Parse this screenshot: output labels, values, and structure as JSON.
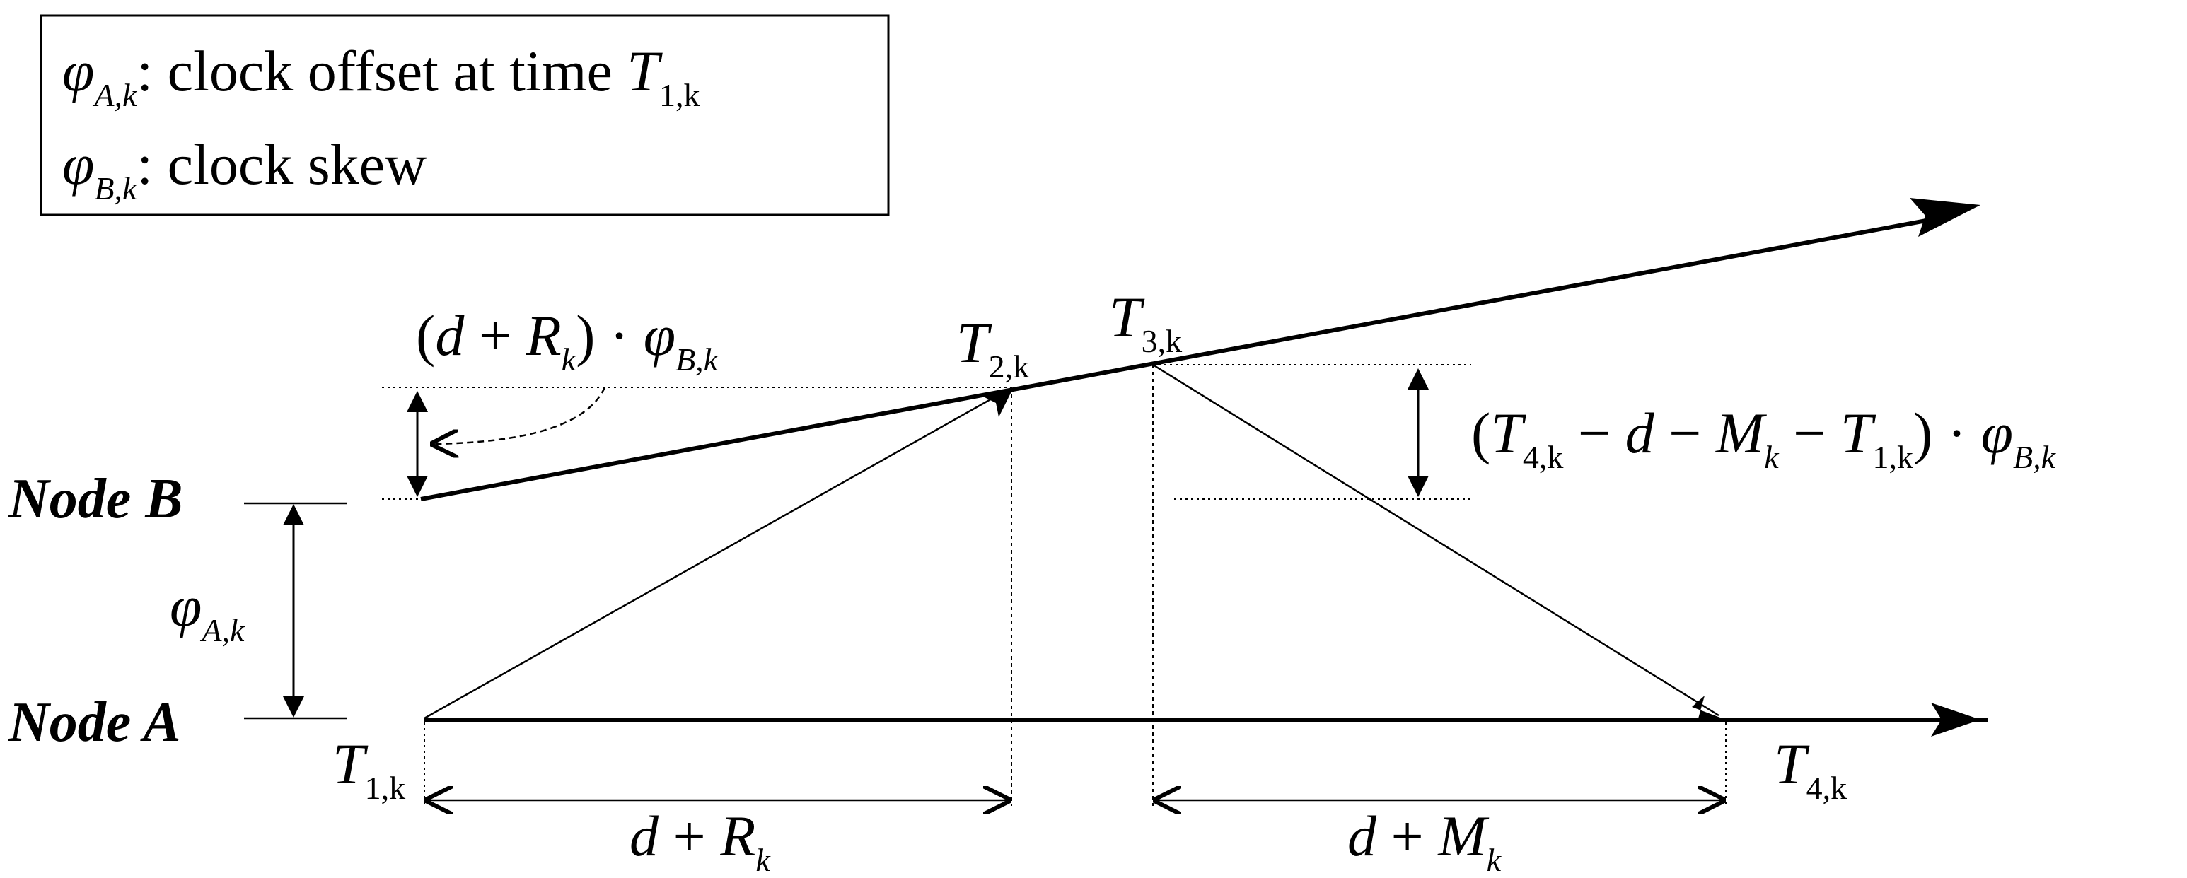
{
  "legend": {
    "offset": {
      "symbol": "φ",
      "sub": "A,k",
      "desc": ": clock offset at time ",
      "T": "T",
      "Tsub": "1,k"
    },
    "skew": {
      "symbol": "φ",
      "sub": "B,k",
      "desc": ": clock skew"
    }
  },
  "nodes": {
    "b": "Node B",
    "a": "Node A"
  },
  "phi_a": {
    "symbol": "φ",
    "sub": "A,k"
  },
  "timestamps": {
    "t1": {
      "T": "T",
      "sub": "1,k"
    },
    "t2": {
      "T": "T",
      "sub": "2,k"
    },
    "t3": {
      "T": "T",
      "sub": "3,k"
    },
    "t4": {
      "T": "T",
      "sub": "4,k"
    }
  },
  "expr_upper_left": {
    "open": "(",
    "d": "d",
    "plus": " + ",
    "R": "R",
    "Rsub": "k",
    "close": ") · ",
    "phi": "φ",
    "phisub": "B,k"
  },
  "expr_right": {
    "open": "(",
    "T4": "T",
    "T4sub": "4,k",
    "minus1": " − ",
    "d": "d",
    "minus2": " − ",
    "M": "M",
    "Msub": "k",
    "minus3": " − ",
    "T1": "T",
    "T1sub": "1,k",
    "close": ") · ",
    "phi": "φ",
    "phisub": "B,k"
  },
  "span_left": {
    "d": "d",
    "plus": " + ",
    "R": "R",
    "sub": "k"
  },
  "span_right": {
    "d": "d",
    "plus": " + ",
    "M": "M",
    "sub": "k"
  }
}
